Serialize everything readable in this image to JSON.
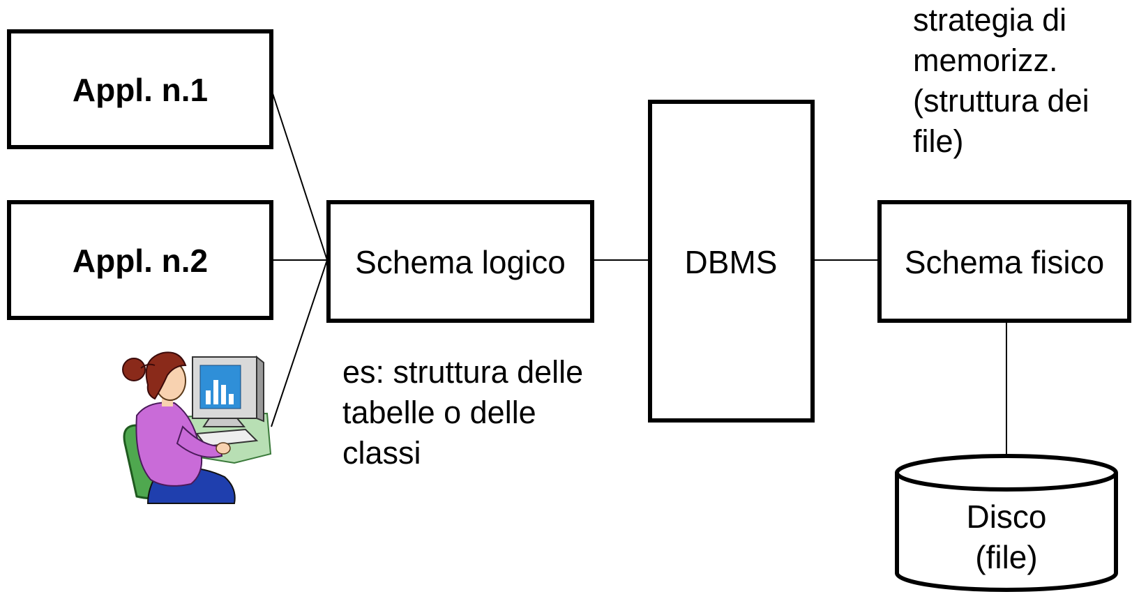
{
  "diagram": {
    "nodes": {
      "app1": "Appl. n.1",
      "app2": "Appl. n.2",
      "logical_schema": "Schema logico",
      "dbms": "DBMS",
      "physical_schema": "Schema fisico",
      "disk_line1": "Disco",
      "disk_line2": "(file)"
    },
    "notes": {
      "physical": [
        "strategia di",
        "memorizz.",
        "(struttura dei",
        "file)"
      ],
      "logical": [
        "es: struttura delle",
        "tabelle o delle",
        "classi"
      ]
    },
    "edges": [
      {
        "from": "app1",
        "to": "logical_schema"
      },
      {
        "from": "app2",
        "to": "logical_schema"
      },
      {
        "from": "user",
        "to": "logical_schema"
      },
      {
        "from": "logical_schema",
        "to": "dbms"
      },
      {
        "from": "dbms",
        "to": "physical_schema"
      },
      {
        "from": "physical_schema",
        "to": "disk"
      }
    ],
    "icons": {
      "user": "user-at-computer-icon",
      "disk": "disk-cylinder-icon"
    }
  }
}
